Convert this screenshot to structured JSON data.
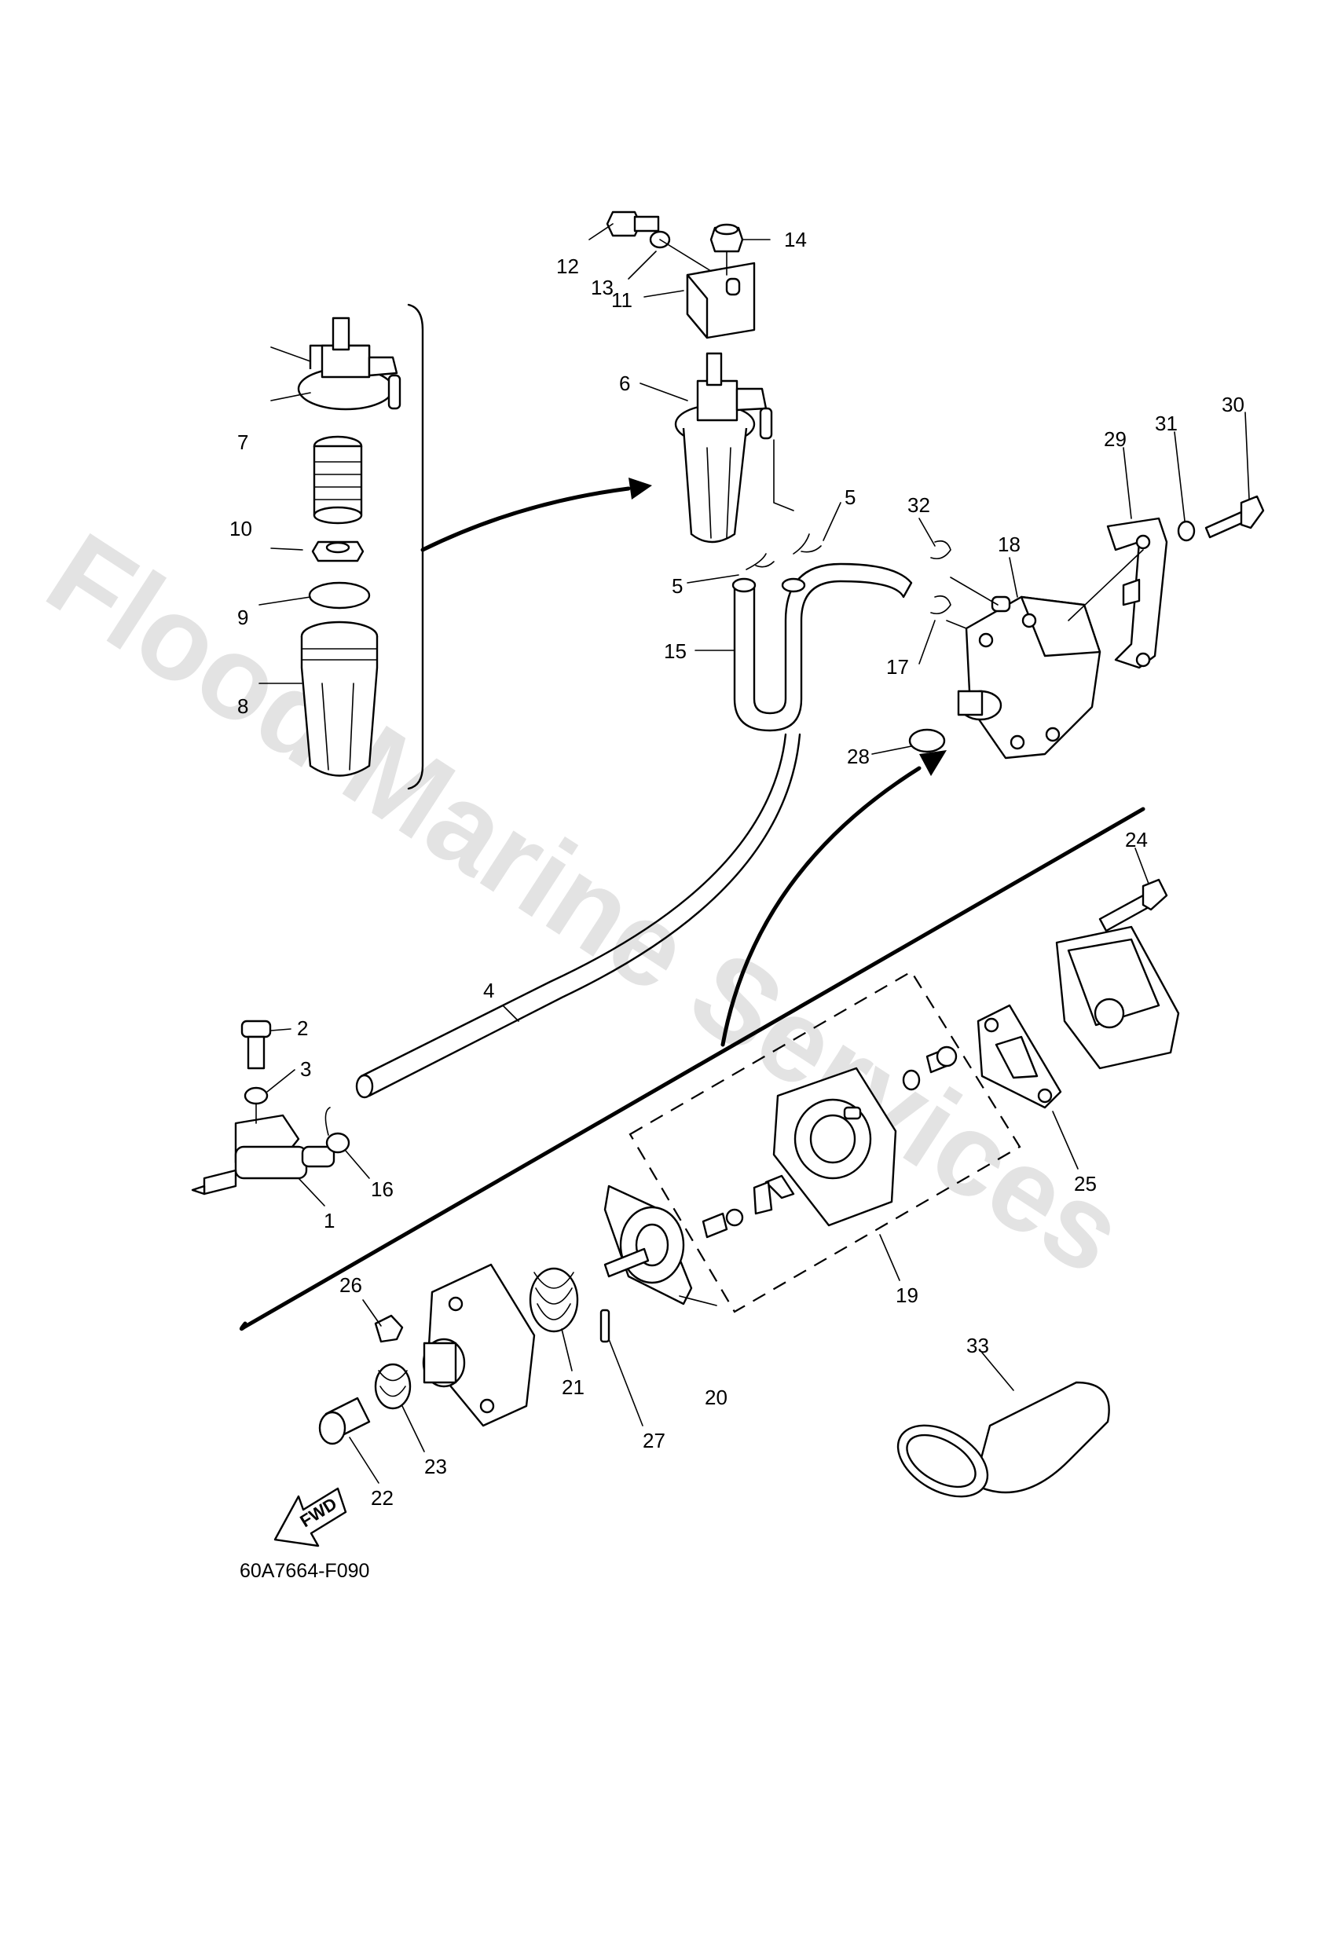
{
  "diagram": {
    "part_number_code": "60A7664-F090",
    "watermark": "Flood Marine Services",
    "fwd_label": "FWD",
    "callouts": {
      "c1": "1",
      "c2": "2",
      "c3": "3",
      "c4": "4",
      "c5a": "5",
      "c5b": "5",
      "c6": "6",
      "c7": "7",
      "c8": "8",
      "c9": "9",
      "c10": "10",
      "c11": "11",
      "c12": "12",
      "c13": "13",
      "c14": "14",
      "c15": "15",
      "c16": "16",
      "c17": "17",
      "c18": "18",
      "c19": "19",
      "c20": "20",
      "c21": "21",
      "c22": "22",
      "c23": "23",
      "c24": "24",
      "c25": "25",
      "c26": "26",
      "c27": "27",
      "c28": "28",
      "c29": "29",
      "c30": "30",
      "c31": "31",
      "c32": "32",
      "c33": "33"
    },
    "icons": [
      "fuel-filter-icon",
      "fuel-pump-icon",
      "fuel-hose-icon",
      "fuel-joint-icon",
      "fwd-arrow-icon",
      "clip-icon",
      "bolt-icon",
      "gasket-icon",
      "spring-icon",
      "cover-icon"
    ]
  }
}
